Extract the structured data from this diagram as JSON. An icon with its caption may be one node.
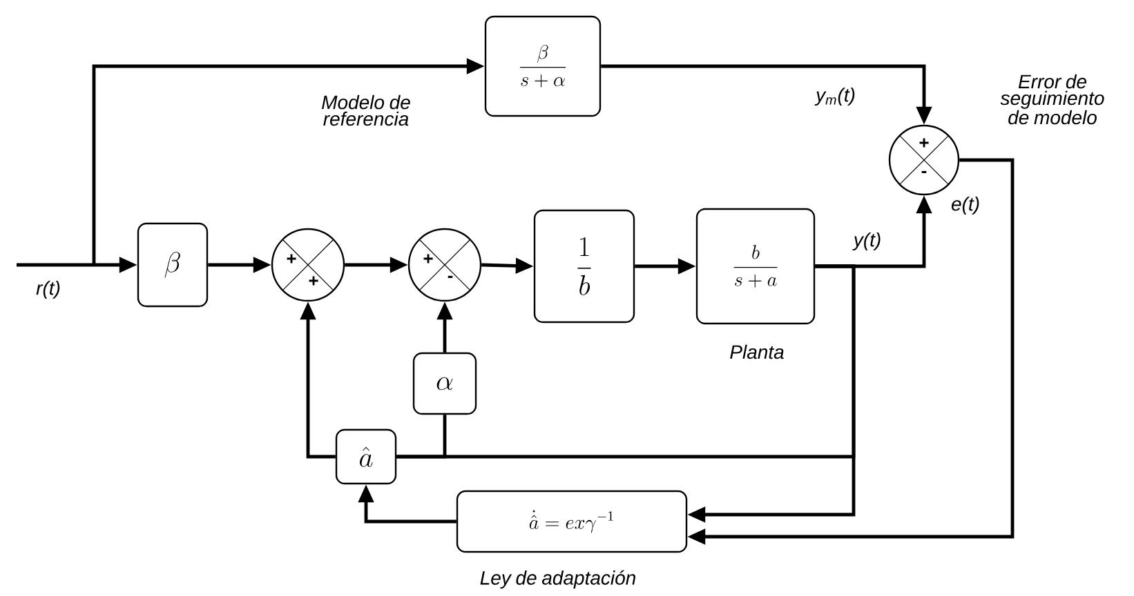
{
  "diagram": {
    "nodes": [
      {
        "text": [
          "\\frac{\\beta}{s+\\alpha}"
        ],
        "beside": [
          "Modelo de referencia"
        ]
      },
      {
        "text": [
          "\\beta"
        ]
      },
      {
        "text": [
          "+",
          "+"
        ]
      },
      {
        "text": [
          "+",
          "-"
        ]
      },
      {
        "text": [
          "\\frac{1}{b}"
        ]
      },
      {
        "text": [
          "\\frac{b}{s+a}"
        ],
        "beside": [
          "Planta"
        ]
      },
      {
        "text": [
          "+",
          "-"
        ],
        "beside": [
          "Error de seguimiento de modelo"
        ]
      },
      {
        "text": [
          "\\alpha"
        ]
      },
      {
        "text": [
          "\\hat{a}"
        ]
      },
      {
        "text": [
          "\\dot{\\hat{a}} = ex\\gamma^{-1}"
        ],
        "beside": [
          "Ley de adaptación"
        ]
      }
    ],
    "edges": [
      {
        "from": null,
        "to": 1,
        "arrow": "to",
        "label": "r(t)"
      },
      {
        "from": null,
        "to": 0,
        "arrow": "to"
      },
      {
        "from": 0,
        "to": 6,
        "arrow": "to",
        "label": "y$_{m}$(t)"
      },
      {
        "from": 1,
        "to": 2,
        "arrow": "to"
      },
      {
        "from": 2,
        "to": 3,
        "arrow": "to"
      },
      {
        "from": 3,
        "to": 4,
        "arrow": "to"
      },
      {
        "from": 4,
        "to": 5,
        "arrow": "to"
      },
      {
        "from": 5,
        "to": 6,
        "arrow": "to",
        "label": "y(t)"
      },
      {
        "from": 5,
        "to": 9,
        "arrow": "to"
      },
      {
        "from": 6,
        "to": 9,
        "arrow": "to",
        "label": "e(t)"
      },
      {
        "from": 9,
        "to": 8,
        "arrow": "to"
      },
      {
        "from": 8,
        "to": 2,
        "arrow": "to"
      },
      {
        "from": 8,
        "to": 7,
        "arrow": "none"
      },
      {
        "from": 7,
        "to": 3,
        "arrow": "to"
      },
      {
        "from": 5,
        "to": 8,
        "arrow": "none"
      }
    ]
  }
}
